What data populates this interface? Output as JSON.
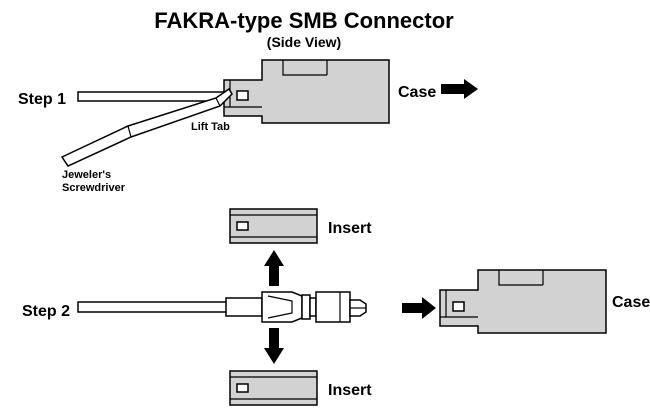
{
  "title": "FAKRA-type SMB Connector",
  "subtitle": "(Side View)",
  "step1": {
    "label": "Step 1",
    "case_label": "Case",
    "lift_tab_label": "Lift Tab",
    "screwdriver_line1": "Jeweler's",
    "screwdriver_line2": "Screwdriver"
  },
  "step2": {
    "label": "Step 2",
    "insert_top_label": "Insert",
    "insert_bottom_label": "Insert",
    "case_label": "Case"
  },
  "colors": {
    "fill": "#d2d2d2",
    "stroke": "#000000"
  }
}
